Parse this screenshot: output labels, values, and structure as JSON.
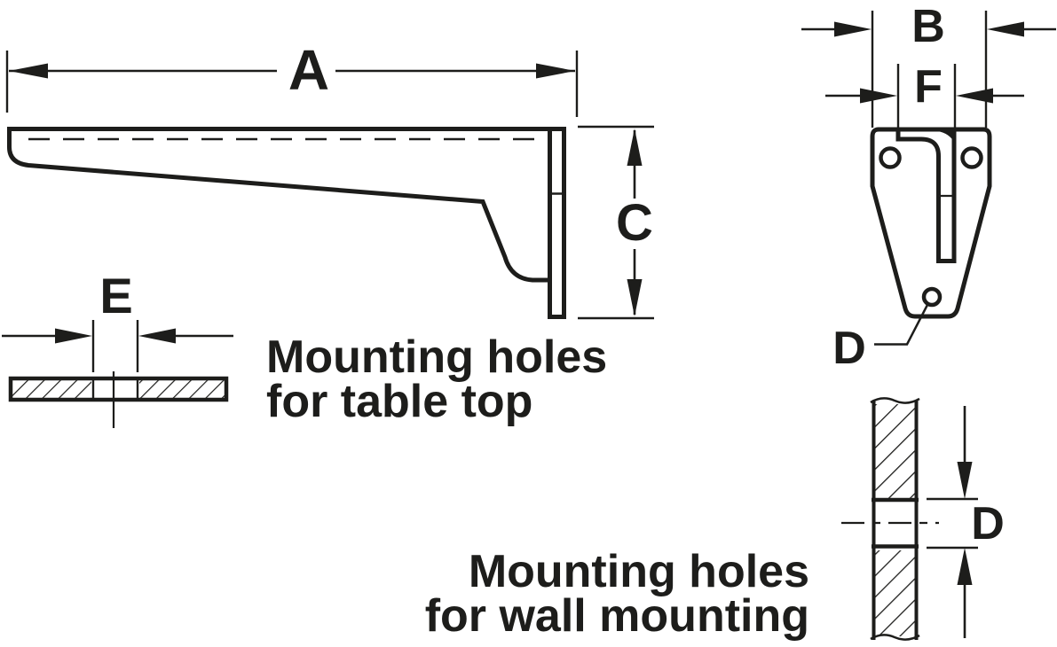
{
  "figure": {
    "type": "technical-dimension-drawing",
    "ink_color": "#1d1d1b",
    "background_color": "#ffffff"
  },
  "side_view": {
    "dim_width_label": "A",
    "dim_height_label": "C"
  },
  "table_section": {
    "dim_hole_label": "E",
    "caption_line1": "Mounting holes",
    "caption_line2": "for table top"
  },
  "front_view": {
    "dim_width_label": "B",
    "dim_slot_label": "F",
    "dim_hole_label": "D"
  },
  "wall_section": {
    "dim_hole_label": "D",
    "caption_line1": "Mounting holes",
    "caption_line2": "for wall mounting"
  }
}
